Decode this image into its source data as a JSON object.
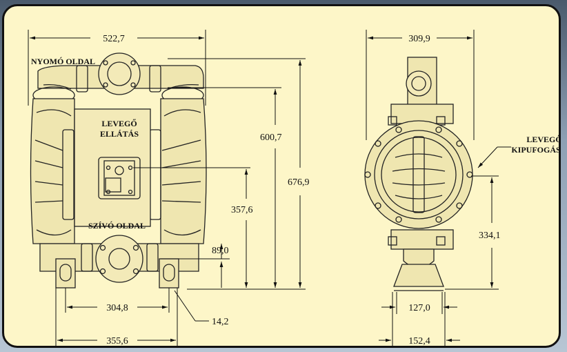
{
  "labels": {
    "pressure_side": "NYOMÓ OLDAL",
    "air_supply_1": "LEVEGŐ",
    "air_supply_2": "ELLÁTÁS",
    "suction_side": "SZÍVÓ OLDAL",
    "air_exhaust_1": "LEVEGŐ",
    "air_exhaust_2": "KIPUFOGÁS"
  },
  "dimensions": {
    "overall_width": "522,7",
    "side_width": "309,9",
    "height_600": "600,7",
    "height_676": "676,9",
    "height_357": "357,6",
    "height_89": "89,0",
    "height_334": "334,1",
    "foot_304": "304,8",
    "foot_355": "355,6",
    "hole_14": "14,2",
    "base_127": "127,0",
    "base_152": "152,4"
  },
  "colors": {
    "background": "#fdf6c8",
    "line": "#111111"
  }
}
